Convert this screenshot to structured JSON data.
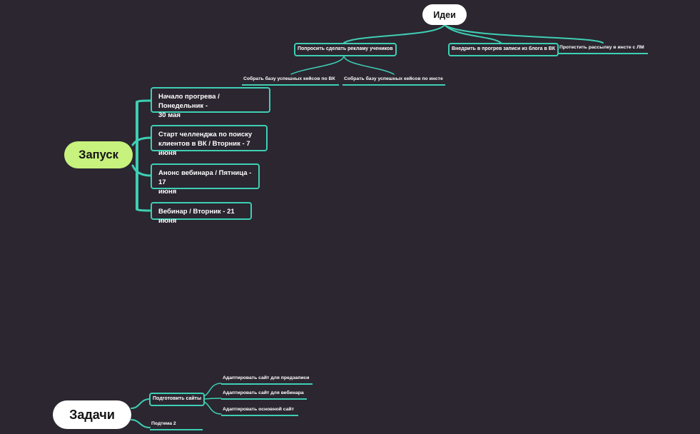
{
  "ideas": {
    "root_label": "Идеи",
    "branches": [
      {
        "label": "Попросить сделать рекламу учеников",
        "children": [
          "Собрать базу успешных кейсов по ВК",
          "Собрать базу успешных кейсов по инсте"
        ]
      },
      {
        "label": "Внедрить в прогрев записи из блога в ВК",
        "children": []
      },
      {
        "label": "Протестить рассылку в инсте с ЛМ",
        "children": []
      }
    ]
  },
  "launch": {
    "root_label": "Запуск",
    "items": [
      {
        "line1": "Начало прогрева / Понедельник -",
        "line2": "30 мая"
      },
      {
        "line1": "Старт челленджа по поиску",
        "line2": "клиентов в ВК / Вторник - 7 июня"
      },
      {
        "line1": "Анонс вебинара / Пятница - 17",
        "line2": "июня"
      },
      {
        "line1": "Вебинар / Вторник - 21 июня",
        "line2": ""
      }
    ]
  },
  "tasks": {
    "root_label": "Задачи",
    "branches": [
      {
        "label": "Подготовить сайты",
        "children": [
          "Адаптировать сайт для предзаписи",
          "Адаптировать сайт для вебинара",
          "Адаптировать основной сайт"
        ]
      },
      {
        "label": "Подтема 2",
        "children": []
      }
    ]
  },
  "colors": {
    "background": "#2b2630",
    "connector": "#3ecfb4",
    "launch_root": "#c6f27d",
    "root_white": "#ffffff"
  }
}
